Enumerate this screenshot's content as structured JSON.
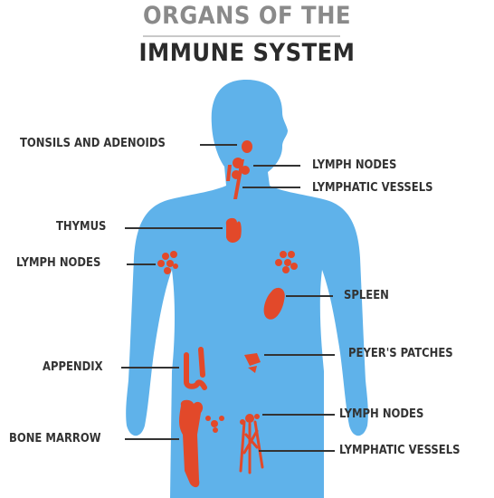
{
  "title": {
    "line1": "ORGANS OF THE",
    "line2": "IMMUNE SYSTEM"
  },
  "colors": {
    "body": "#5fb2ea",
    "organ": "#e2492a",
    "line": "#333333",
    "title_grey": "#8a8a8a",
    "title_dark": "#2b2b2b"
  },
  "labels": {
    "tonsils_adenoids": "TONSILS AND ADENOIDS",
    "lymph_nodes_neck": "LYMPH NODES",
    "lymphatic_vessels_neck": "LYMPHATIC VESSELS",
    "thymus": "THYMUS",
    "lymph_nodes_armpit": "LYMPH NODES",
    "spleen": "SPLEEN",
    "appendix": "APPENDIX",
    "peyers_patches": "PEYER'S PATCHES",
    "lymph_nodes_groin": "LYMPH NODES",
    "bone_marrow": "BONE MARROW",
    "lymphatic_vessels_leg": "LYMPHATIC VESSELS"
  }
}
